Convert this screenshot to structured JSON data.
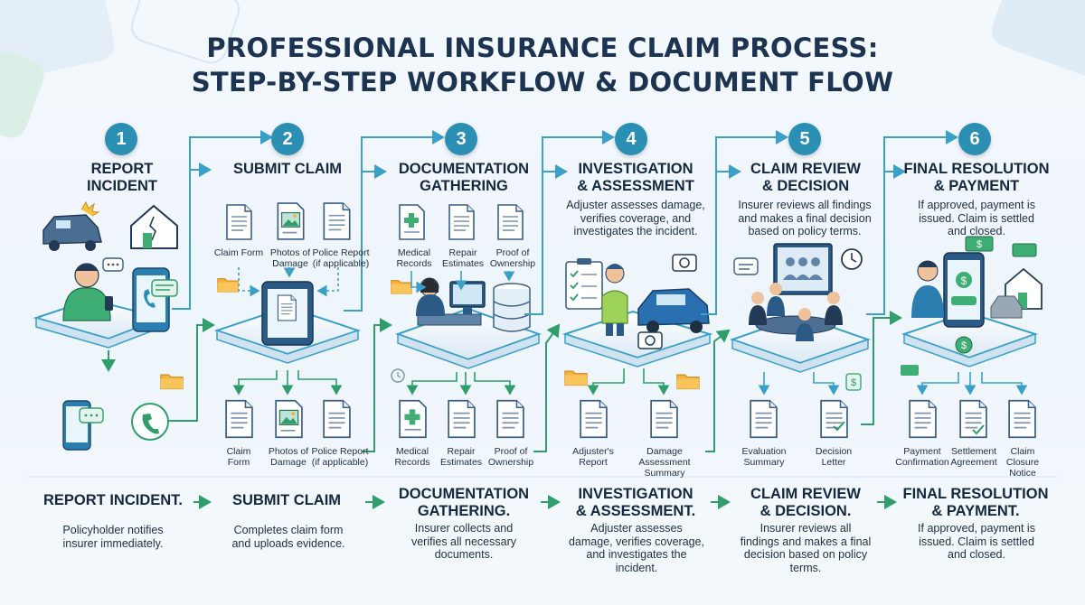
{
  "title_line1": "PROFESSIONAL INSURANCE CLAIM PROCESS:",
  "title_line2": "STEP-BY-STEP WORKFLOW & DOCUMENT FLOW",
  "colors": {
    "accent": "#2b8fb3",
    "arrow": "#3aa0c8",
    "green": "#2f9e6a",
    "dark": "#1c3352"
  },
  "steps": [
    {
      "num": "1",
      "head": "REPORT\nINCIDENT",
      "bottom_head": "REPORT INCIDENT.",
      "bottom_desc": "Policyholder notifies\ninsurer immediately."
    },
    {
      "num": "2",
      "head": "SUBMIT CLAIM",
      "upper_docs": [
        "Claim Form",
        "Photos of\nDamage",
        "Police Report\n(if applicable)"
      ],
      "lower_docs": [
        "Claim\nForm",
        "Photos of\nDamage",
        "Police Report\n(if applicable)"
      ],
      "bottom_head": "SUBMIT CLAIM",
      "bottom_desc": "Completes claim form\nand uploads evidence."
    },
    {
      "num": "3",
      "head": "DOCUMENTATION\nGATHERING",
      "upper_docs": [
        "Medical\nRecords",
        "Repair\nEstimates",
        "Proof of\nOwnership"
      ],
      "lower_docs": [
        "Medical\nRecords",
        "Repair\nEstimates",
        "Proof of\nOwnership"
      ],
      "bottom_head": "DOCUMENTATION\nGATHERING.",
      "bottom_desc": "Insurer collects and\nverifies all necessary\ndocuments."
    },
    {
      "num": "4",
      "head": "INVESTIGATION\n& ASSESSMENT",
      "sub": "Adjuster assesses damage,\nverifies coverage, and\ninvestigates the incident.",
      "lower_docs": [
        "Adjuster's\nReport",
        "Damage\nAssessment\nSummary"
      ],
      "bottom_head": "INVESTIGATION\n& ASSESSMENT.",
      "bottom_desc": "Adjuster assesses\ndamage, verifies coverage,\nand investigates the\nincident."
    },
    {
      "num": "5",
      "head": "CLAIM REVIEW\n& DECISION",
      "sub": "Insurer reviews all findings\nand makes a final decision\nbased on policy terms.",
      "lower_docs": [
        "Evaluation\nSummary",
        "Decision\nLetter"
      ],
      "bottom_head": "CLAIM REVIEW\n& DECISION.",
      "bottom_desc": "Insurer reviews all\nfindings and makes a final\ndecision based on policy\nterms."
    },
    {
      "num": "6",
      "head": "FINAL RESOLUTION\n& PAYMENT",
      "sub": "If approved, payment is\nissued. Claim is settled\nand closed.",
      "lower_docs": [
        "Payment\nConfirmation",
        "Settlement\nAgreement",
        "Claim\nClosure\nNotice"
      ],
      "bottom_head": "FINAL RESOLUTION\n& PAYMENT.",
      "bottom_desc": "If approved, payment is\nissued. Claim is settled\nand closed."
    }
  ]
}
